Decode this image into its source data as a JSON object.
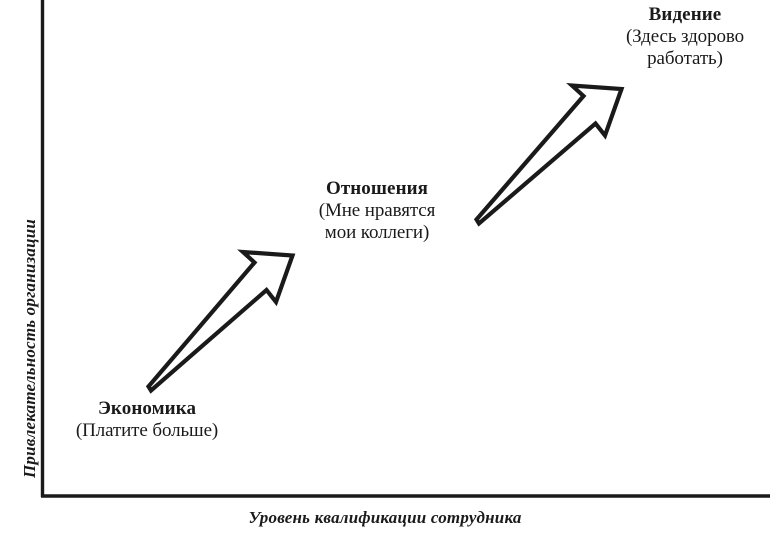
{
  "diagram": {
    "type": "conceptual-progression-arrow-chart",
    "axes": {
      "y_label": "Привлекательность организации",
      "x_label": "Уровень квалификации сотрудника",
      "line_color": "#1a1a1a"
    },
    "stages": [
      {
        "id": "economics",
        "title": "Экономика",
        "subtitle_lines": [
          "(Платите больше)"
        ]
      },
      {
        "id": "relations",
        "title": "Отношения",
        "subtitle_lines": [
          "(Мне нравятся",
          "мои коллеги)"
        ]
      },
      {
        "id": "vision",
        "title": "Видение",
        "subtitle_lines": [
          "(Здесь здорово",
          "работать)"
        ]
      }
    ],
    "arrows": [
      {
        "id": "arrow-economics-to-relations",
        "name": "growth-arrow-icon",
        "from": [
          148,
          386
        ],
        "to": [
          292,
          256
        ],
        "fill": "#ffffff",
        "stroke": "#1a1a1a"
      },
      {
        "id": "arrow-relations-to-vision",
        "name": "growth-arrow-icon",
        "from": [
          476,
          219
        ],
        "to": [
          622,
          90
        ],
        "fill": "#ffffff",
        "stroke": "#1a1a1a"
      }
    ]
  },
  "chart_data": {
    "type": "scatter",
    "title": "",
    "xlabel": "Уровень квалификации сотрудника",
    "ylabel": "Привлекательность организации",
    "grid": false,
    "legend": "none",
    "annotations": [
      "Экономика",
      "(Платите больше)",
      "Отношения",
      "(Мне нравятся мои коллеги)",
      "Видение",
      "(Здесь здорово работать)"
    ],
    "categories": [
      "Экономика",
      "Отношения",
      "Видение"
    ],
    "x": [
      1,
      2,
      3
    ],
    "values": [
      1,
      2,
      3
    ]
  }
}
